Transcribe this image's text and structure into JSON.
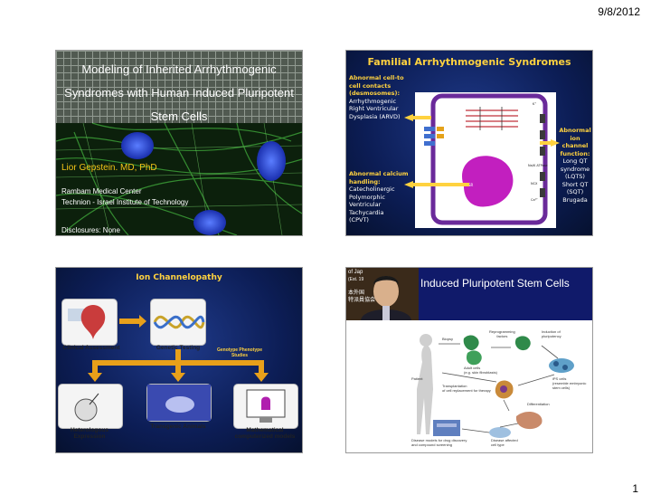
{
  "page": {
    "date": "9/8/2012",
    "number": "1"
  },
  "slide1": {
    "title_lines": [
      "Modeling of Inherited Arrhythmogenic",
      "Syndromes with Human Induced Pluripotent",
      "Stem Cells"
    ],
    "author": "Lior Gepstein. MD, PhD",
    "affiliation_lines": [
      "Rambam Medical Center",
      "Technion - Israel Institute of Technology"
    ],
    "disclosures": "Disclosures: None"
  },
  "slide2": {
    "title": "Familial Arrhythmogenic Syndromes",
    "left_top_heading": [
      "Abnormal cell-to",
      "cell contacts",
      "(desmosomes):"
    ],
    "left_top_items": [
      "Arrhythmogenic",
      "Right Ventricular",
      "Dysplasia (ARVD)"
    ],
    "left_bottom_heading": [
      "Abnormal calcium",
      "handling:"
    ],
    "left_bottom_items": [
      "Catecholinergic",
      "Polymorphic",
      "Ventricular",
      "Tachycardia",
      "(CPVT)"
    ],
    "right_heading": [
      "Abnormal",
      "ion channel",
      "function:"
    ],
    "right_items": [
      "Long QT",
      "syndrome",
      "(LQTS)",
      "Short QT",
      "(SQT)",
      "Brugada"
    ],
    "diagram_labels": {
      "na": "Na/K ATPase",
      "ncx": "NCX",
      "ca": "Ca²⁺",
      "k": "K⁺"
    }
  },
  "slide3": {
    "title": "Ion Channelopathy",
    "clinical": "Clinical Assessment",
    "genetic": "Genetic Testing",
    "genotype": [
      "Genotype Phenotype",
      "Studies"
    ],
    "hetero": [
      "Heterologous",
      "Expression"
    ],
    "transgenic": "Transgenic Animals",
    "math": [
      "Mathematical",
      "computerized models"
    ]
  },
  "slide4": {
    "title": "Induced Pluripotent Stem Cells",
    "photo_text": [
      "of Jap",
      "(Est. 19",
      "本外国",
      "特派員協会"
    ],
    "diagram_labels": {
      "biopsy": "Biopsy",
      "reprog": [
        "Reprogramming",
        "factors"
      ],
      "adult": [
        "Adult cells",
        "(e.g. skin fibroblasts)"
      ],
      "induction": [
        "Induction of",
        "pluripotency"
      ],
      "patient": "Patient",
      "transplant": [
        "Transplantation",
        "of cell replacement for therapy"
      ],
      "ips": [
        "iPS cells",
        "(resemble embryonic",
        "stem cells)"
      ],
      "diff": "Differentiation",
      "models": [
        "Disease models for drug discovery",
        "and compound screening"
      ],
      "affected": [
        "Disease affected",
        "cell type"
      ]
    }
  }
}
